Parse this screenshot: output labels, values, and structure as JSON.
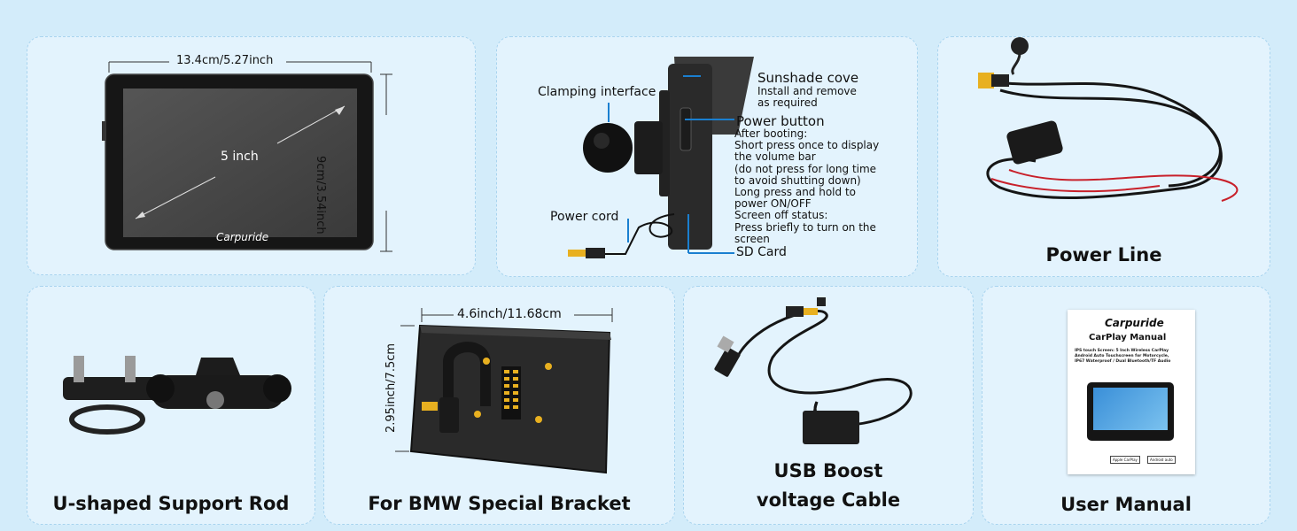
{
  "display": {
    "width_label": "13.4cm/5.27inch",
    "height_label": "9cm/3.54inch",
    "diagonal_label": "5 inch",
    "brand": "Carpuride"
  },
  "side_view": {
    "clamping": "Clamping interface",
    "sunshade_title": "Sunshade cove",
    "sunshade_desc": [
      "Install and remove",
      "as required"
    ],
    "power_button_title": "Power button",
    "power_button_desc": [
      "After booting:",
      "Short press once to display",
      "the volume bar",
      "(do not press for long time",
      "to avoid shutting down)",
      "Long press and hold to",
      "power ON/OFF",
      "Screen off status:",
      "Press briefly to turn on the",
      "screen"
    ],
    "power_cord": "Power cord",
    "sd_card": "SD Card"
  },
  "captions": {
    "power_line": "Power Line",
    "support_rod": "U-shaped Support Rod",
    "bmw_bracket": "For BMW Special Bracket",
    "usb_cable": [
      "USB Boost",
      "voltage Cable"
    ],
    "manual": "User Manual"
  },
  "bracket": {
    "width_label": "4.6inch/11.68cm",
    "height_label": "2.95inch/7.5cm"
  },
  "manual_cover": {
    "brand": "Carpuride",
    "title": "CarPlay Manual",
    "desc": [
      "IPS touch Screen: 5 Inch Wireless CarPlay",
      "Android Auto Touchscreen for Motorcycle,",
      "IP67 Waterproof / Dual Bluetooth/TF Audio"
    ],
    "badges": [
      "Apple CarPlay",
      "Android auto"
    ]
  },
  "colors": {
    "background": "#d3ecfa",
    "card": "#e3f3fd",
    "accent_blue": "#1a7fd0",
    "connector_yellow": "#e8b020",
    "wire_red": "#c8202a"
  }
}
